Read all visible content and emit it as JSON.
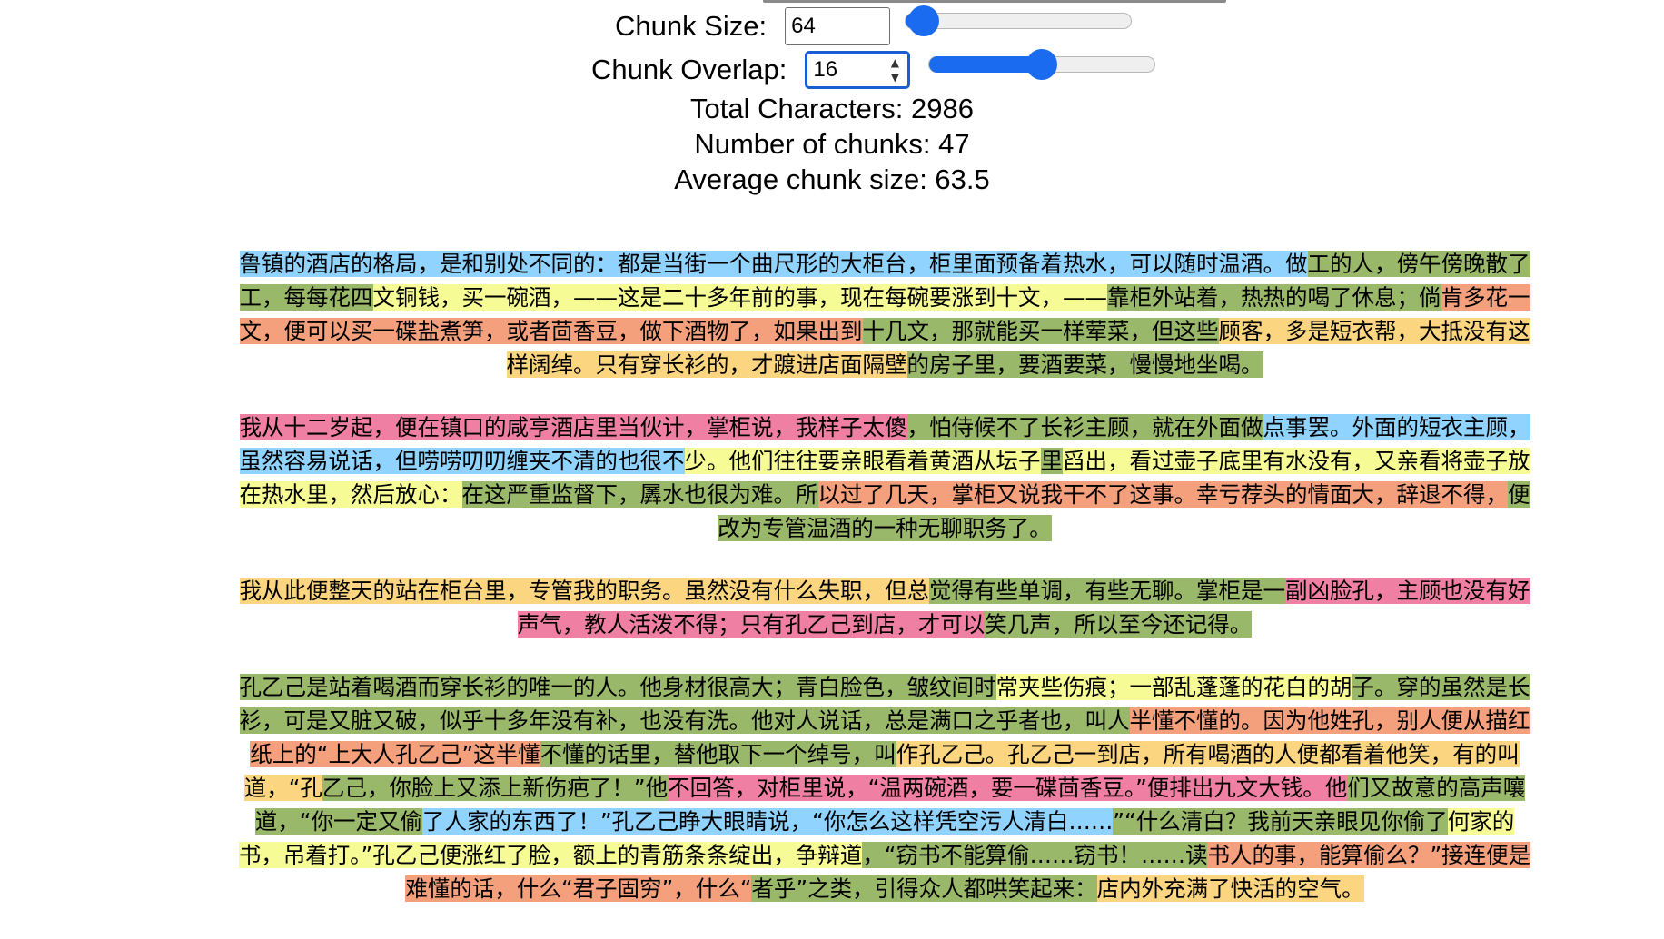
{
  "controls": {
    "chunk_size": {
      "label": "Chunk Size:",
      "value": "64",
      "slider_fraction": 0.08
    },
    "chunk_overlap": {
      "label": "Chunk Overlap:",
      "value": "16",
      "slider_fraction": 0.5
    }
  },
  "stats": {
    "total_characters": "Total Characters: 2986",
    "number_of_chunks": "Number of chunks: 47",
    "average_chunk_size": "Average chunk size: 63.5"
  },
  "colors": {
    "c0": "#8fd3fe",
    "c1": "#9ab86a",
    "c2": "#f6fb96",
    "c3": "#f4a07d",
    "c4": "#fcd581",
    "c5": "#f07fa4",
    "accent": "#1a6bf0"
  },
  "paragraphs": [
    [
      {
        "c": 0,
        "t": "鲁镇的酒店的格局，是和别处不同的：都是当街一个曲尺形的大柜台，柜里面预备着热水，可以随时温酒。做"
      },
      {
        "c": 1,
        "t": "工的人，傍午傍晚散了工，每每花四"
      },
      {
        "c": 2,
        "t": "文铜钱，买一碗酒，——这是二十多年前的事，现在每碗要涨到十文，——"
      },
      {
        "c": 1,
        "t": "靠柜外站着，热热的喝了休息；倘"
      },
      {
        "c": 3,
        "t": "肯多花一文，便可以买一碟盐煮笋，或者茴香豆，做下酒物了，如果出到"
      },
      {
        "c": 1,
        "t": "十几文，那就能买一样荤菜，但这些"
      },
      {
        "c": 4,
        "t": "顾客，多是短衣帮，大抵没有这样阔绰。只有穿长衫的，才踱进店面隔壁"
      },
      {
        "c": 1,
        "t": "的房子里，要酒要菜，慢慢地坐喝。"
      }
    ],
    [
      {
        "c": 5,
        "t": "我从十二岁起，便在镇口的咸亨酒店里当伙计，掌柜说，我样子太傻"
      },
      {
        "c": 1,
        "t": "，怕侍候不了长衫主顾，就在外面做"
      },
      {
        "c": 0,
        "t": "点事罢。外面的短衣主顾，虽然容易说话，但唠唠叨叨缠夹不清的也很不"
      },
      {
        "c": 2,
        "t": "少。他们往往要亲眼看着黄酒从坛子"
      },
      {
        "c": 1,
        "t": "里"
      },
      {
        "c": 2,
        "t": "舀出，看过壶子底里有水没有，又亲看将壶子放在热水里，然后放心："
      },
      {
        "c": 1,
        "t": "在这严重监督下，羼水也很为难。所"
      },
      {
        "c": 3,
        "t": "以过了几天，掌柜又说我干不了这事。幸亏荐头的情面大，辞退不得，"
      },
      {
        "c": 1,
        "t": "便改为专管温酒的一种无聊职务了。"
      }
    ],
    [
      {
        "c": 4,
        "t": "我从此便整天的站在柜台里，专管我的职务。虽然没有什么失职，但总"
      },
      {
        "c": 1,
        "t": "觉得有些单调，有些无聊。掌柜是一"
      },
      {
        "c": 5,
        "t": "副凶脸孔，主顾也没有好声气，教人活泼不得；只有孔乙己到店，才可以"
      },
      {
        "c": 1,
        "t": "笑几声，所以至今还记得。"
      }
    ],
    [
      {
        "c": 1,
        "t": "孔乙己是站着喝酒而穿长衫的唯一的人。他身材很高大；青白脸色，皱纹间时"
      },
      {
        "c": 2,
        "t": "常夹些伤痕；一部乱蓬蓬的花白的胡"
      },
      {
        "c": 1,
        "t": "子。穿的虽然是长衫，可是又脏又破，似乎十多年没有补，也没有洗。他"
      },
      {
        "c": 1,
        "t": "对人说话，总是满口之乎者也，叫人"
      },
      {
        "c": 3,
        "t": "半懂不懂的。因为他姓孔，别人便从描红纸上的“上大人孔乙己”这半懂"
      },
      {
        "c": 1,
        "t": "不懂的话里，替他取下一个绰号，叫"
      },
      {
        "c": 4,
        "t": "作孔乙己。孔乙己一到店，所有喝酒的人便都看着他笑，有的叫道，“孔"
      },
      {
        "c": 1,
        "t": "乙己，你脸上又添上新伤疤了！”他"
      },
      {
        "c": 5,
        "t": "不回答，对柜里说，“温两碗酒，要一碟茴香豆。”便排出九文大钱。他"
      },
      {
        "c": 1,
        "t": "们又故意的高声嚷道，“你一定又偷"
      },
      {
        "c": 0,
        "t": "了人家的东西了！”孔乙己睁大眼睛说，“你怎么这样凭空污人清白……"
      },
      {
        "c": 1,
        "t": "”“什么清白？我前天亲眼见你偷了"
      },
      {
        "c": 2,
        "t": "何家的书，吊着打。”孔乙己便涨红了脸，额上的青筋条条绽出，争辩道"
      },
      {
        "c": 1,
        "t": "，“窃书不能算偷……窃书！……读"
      },
      {
        "c": 3,
        "t": "书人的事，能算偷么？”接连便是难懂的话，什么“君子固穷”，什么“"
      },
      {
        "c": 1,
        "t": "者乎”之类，引得众人都哄笑起来："
      },
      {
        "c": 4,
        "t": "店内外充满了快活的空气。"
      }
    ]
  ]
}
